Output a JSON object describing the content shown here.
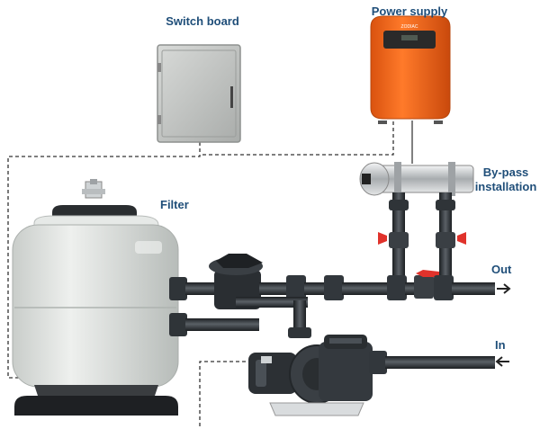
{
  "labels": {
    "switch_board": "Switch board",
    "power_supply": "Power supply",
    "bypass_line1": "By-pass",
    "bypass_line2": "installation",
    "filter": "Filter",
    "out": "Out",
    "in": "In"
  },
  "device_brand": "ZODIAC",
  "colors": {
    "label": "#1f4e79",
    "power_supply_body": "#f26b1d",
    "pipe": "#2b2f33",
    "filter_tank": "#dfe3e0",
    "switch_board": "#c8cac8",
    "valve_red": "#e0322b",
    "chrome": "#c9ccce"
  }
}
